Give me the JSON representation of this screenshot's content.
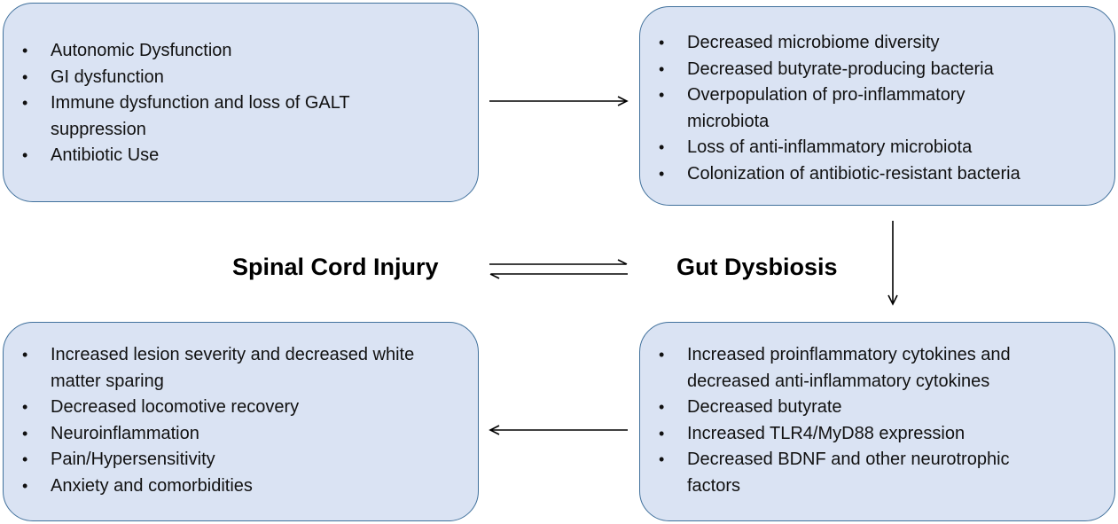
{
  "diagram": {
    "spinal_cord_injury_label": "Spinal Cord Injury",
    "gut_dysbiosis_label": "Gut Dysbiosis",
    "box_top_left": {
      "items": [
        "Autonomic Dysfunction",
        "GI dysfunction",
        "Immune dysfunction and loss of GALT suppression",
        "Antibiotic Use"
      ]
    },
    "box_top_right": {
      "items": [
        "Decreased microbiome diversity",
        "Decreased butyrate-producing bacteria",
        "Overpopulation of pro-inflammatory microbiota",
        "Loss of anti-inflammatory microbiota",
        "Colonization of antibiotic-resistant bacteria"
      ]
    },
    "box_bottom_right": {
      "items": [
        "Increased proinflammatory cytokines and decreased anti-inflammatory cytokines",
        "Decreased butyrate",
        "Increased TLR4/MyD88 expression",
        "Decreased BDNF and other neurotrophic factors"
      ]
    },
    "box_bottom_left": {
      "items": [
        "Increased lesion severity and decreased white matter sparing",
        "Decreased locomotive recovery",
        "Neuroinflammation",
        "Pain/Hypersensitivity",
        "Anxiety and comorbidities"
      ]
    },
    "colors": {
      "box_fill": "#dae3f3",
      "box_border": "#41719c",
      "arrow": "#000000"
    }
  }
}
